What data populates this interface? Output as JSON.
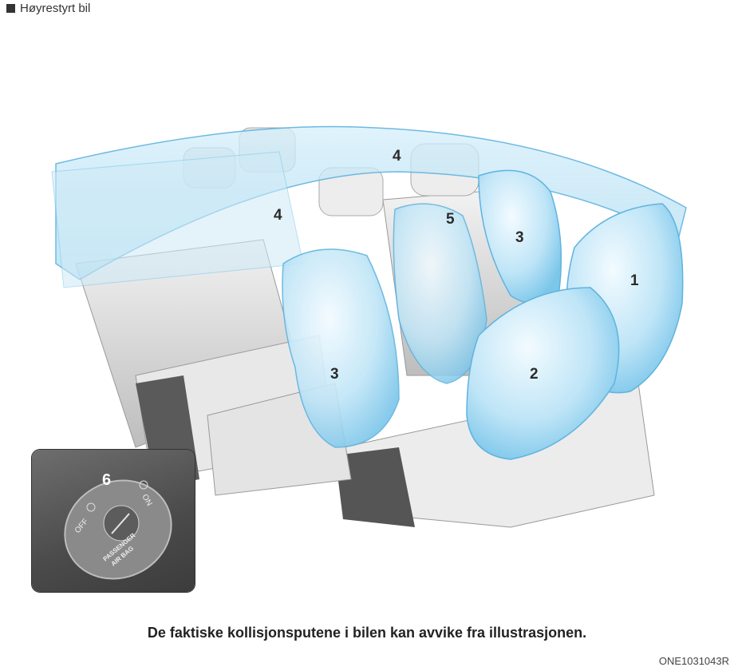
{
  "header": {
    "title": "Høyrestyrt bil"
  },
  "callouts": {
    "n1": "1",
    "n2": "2",
    "n3a": "3",
    "n3b": "3",
    "n4a": "4",
    "n4b": "4",
    "n5": "5",
    "n6": "6"
  },
  "switch": {
    "off": "OFF",
    "on": "ON",
    "label_line1": "PASSENGER",
    "label_line2": "AIR BAG"
  },
  "caption": "De faktiske kollisjonsputene i bilen kan avvike fra illustrasjonen.",
  "image_code": "ONE1031043R",
  "colors": {
    "airbag": "#9fd6f0",
    "airbag_edge": "#5fb3df",
    "seat": "#d9d9d9"
  }
}
